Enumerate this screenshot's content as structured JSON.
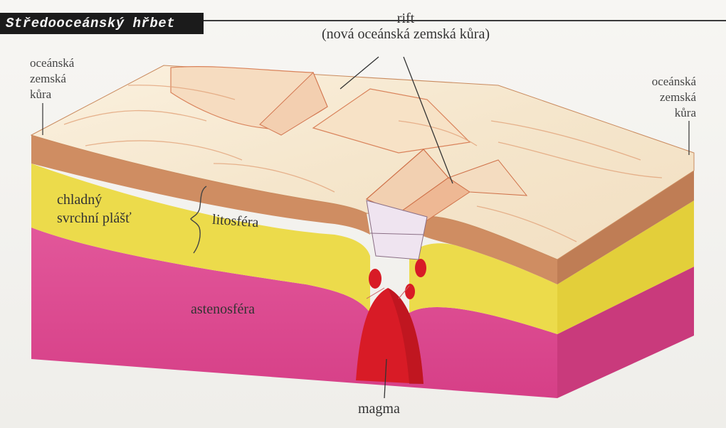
{
  "title": "Středooceánský hřbet",
  "labels": {
    "crust_left": [
      "oceánská",
      "zemská",
      "kůra"
    ],
    "crust_right": [
      "oceánská",
      "zemská",
      "kůra"
    ],
    "rift_line1": "rift",
    "rift_line2": "(nová oceánská zemská kůra)",
    "cold_mantle": [
      "chladný",
      "svrchní plášť"
    ],
    "lithosphere": "litosféra",
    "asthenosphere": "astenosféra",
    "magma": "magma"
  },
  "colors": {
    "crust": "#cf8d62",
    "cold_mantle": "#ecdb4b",
    "asthenosphere": "#d9488d",
    "magma": "#d81b26",
    "surface": "#f5e9d3",
    "background": "#f3f2ef",
    "title_bg": "#1b1b1b"
  }
}
